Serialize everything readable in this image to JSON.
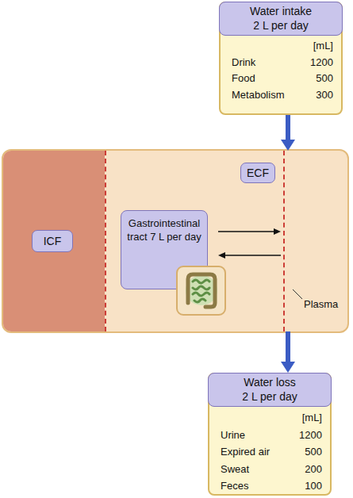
{
  "diagram": {
    "nodes": [
      {
        "text": [
          "Water intake 2 L per day",
          "[mL]",
          "Drink",
          "1200",
          "Food",
          "500",
          "Metabolism",
          "300"
        ]
      },
      {
        "text": [
          "ICF"
        ]
      },
      {
        "text": [
          "ECF"
        ]
      },
      {
        "text": [
          "Gastrointestinal tract 7 L per day"
        ],
        "in": 2
      },
      {
        "text": [
          "Plasma"
        ],
        "in": 2
      },
      {
        "text": [
          "Water loss 2 L per day",
          "[mL]",
          "Urine",
          "1200",
          "Expired air",
          "500",
          "Sweat",
          "200",
          "Feces",
          "100"
        ]
      }
    ],
    "edges": [
      {
        "from": 0,
        "to": 4,
        "arrow": "to"
      },
      {
        "from": 3,
        "to": 4,
        "arrow": "to"
      },
      {
        "from": 4,
        "to": 3,
        "arrow": "to"
      },
      {
        "from": 4,
        "to": 5,
        "arrow": "to"
      }
    ]
  }
}
